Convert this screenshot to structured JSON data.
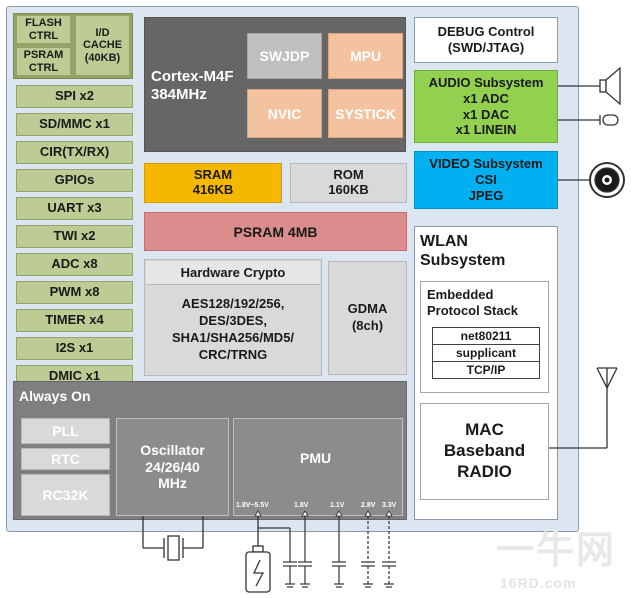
{
  "left_column": {
    "flash_ctrl": [
      "FLASH",
      "CTRL"
    ],
    "psram_ctrl": [
      "PSRAM",
      "CTRL"
    ],
    "id_cache": [
      "I/D",
      "CACHE",
      "(40KB)"
    ],
    "peripherals": [
      "SPI x2",
      "SD/MMC x1",
      "CIR(TX/RX)",
      "GPIOs",
      "UART x3",
      "TWI x2",
      "ADC x8",
      "PWM x8",
      "TIMER x4",
      "I2S x1",
      "DMIC x1"
    ]
  },
  "core": {
    "name": "Cortex-M4F",
    "freq": "384MHz",
    "swjdp": "SWJDP",
    "mpu": "MPU",
    "nvic": "NVIC",
    "systick": "SYSTICK"
  },
  "memory": {
    "sram": [
      "SRAM",
      "416KB"
    ],
    "rom": [
      "ROM",
      "160KB"
    ],
    "psram": "PSRAM 4MB"
  },
  "crypto": {
    "title": "Hardware Crypto",
    "lines": [
      "AES128/192/256,",
      "DES/3DES,",
      "SHA1/SHA256/MD5/",
      "CRC/TRNG"
    ]
  },
  "gdma": [
    "GDMA",
    "(8ch)"
  ],
  "debug": [
    "DEBUG Control",
    "(SWD/JTAG)"
  ],
  "audio": [
    "AUDIO Subsystem",
    "x1 ADC",
    "x1 DAC",
    "x1 LINEIN"
  ],
  "video": [
    "VIDEO Subsystem",
    "CSI",
    "JPEG"
  ],
  "wlan": {
    "title": [
      "WLAN",
      "Subsystem"
    ],
    "stack_title": [
      "Embedded",
      "Protocol Stack"
    ],
    "stack_items": [
      "net80211",
      "supplicant",
      "TCP/IP"
    ],
    "mac": [
      "MAC",
      "Baseband",
      "RADIO"
    ]
  },
  "always_on": {
    "title": "Always On",
    "pll": "PLL",
    "rtc": "RTC",
    "rc32k": "RC32K",
    "oscillator": [
      "Oscillator",
      "24/26/40",
      "MHz"
    ],
    "pmu": "PMU",
    "pins": [
      "1.8V~5.5V",
      "1.8V",
      "1.1V",
      "2.8V",
      "3.3V"
    ]
  },
  "watermark": {
    "main": "一牛网",
    "sub": "16RD.com"
  },
  "colors": {
    "peripheral_green": "#bdcc95",
    "core_grey": "#666666",
    "core_orange": "#f3c3a0",
    "sram_yellow": "#f5b800",
    "psram_red": "#db8c8c",
    "audio_green": "#92d050",
    "video_blue": "#00b0f0",
    "chip_bg": "#dce6f2"
  }
}
